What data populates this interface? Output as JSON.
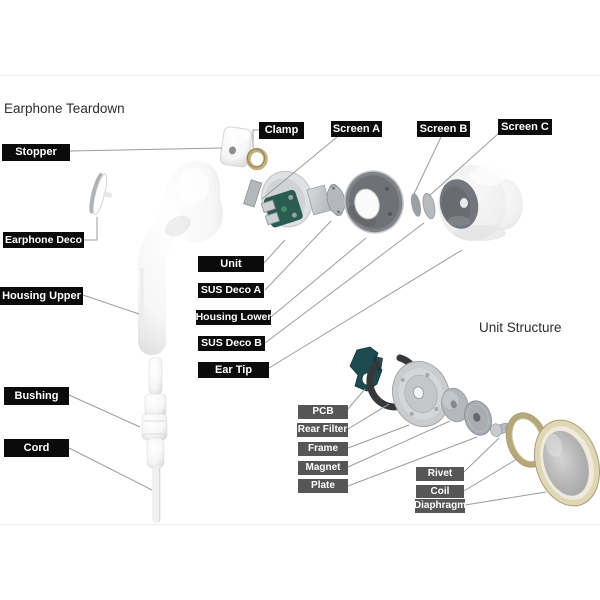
{
  "titles": {
    "teardown": "Earphone Teardown",
    "unit_structure": "Unit Structure"
  },
  "teardown_labels": {
    "stopper": "Stopper",
    "clamp": "Clamp",
    "screen_a": "Screen A",
    "screen_b": "Screen B",
    "screen_c": "Screen C",
    "earphone_deco": "Earphone Deco",
    "housing_upper": "Housing Upper",
    "unit": "Unit",
    "sus_deco_a": "SUS Deco A",
    "housing_lower": "Housing Lower",
    "sus_deco_b": "SUS Deco B",
    "ear_tip": "Ear Tip",
    "bushing": "Bushing",
    "cord": "Cord"
  },
  "unit_structure_labels": {
    "pcb": "PCB",
    "rear_filter": "Rear Filter",
    "frame": "Frame",
    "magnet": "Magnet",
    "plate": "Plate",
    "rivet": "Rivet",
    "coil": "Coil",
    "diaphragm": "Diaphragm"
  },
  "colors": {
    "label_black_bg": "#0b0b0b",
    "label_gray_bg": "#565656",
    "label_text": "#ffffff",
    "leader_line": "#9c9c9c",
    "pcb_teal": "#1d4b50",
    "clamp_gold": "#c3b180",
    "coil_gold": "#b5a87a",
    "diaphragm_rim": "#ded6b4",
    "housing_lower_gray": "#6e7277"
  }
}
